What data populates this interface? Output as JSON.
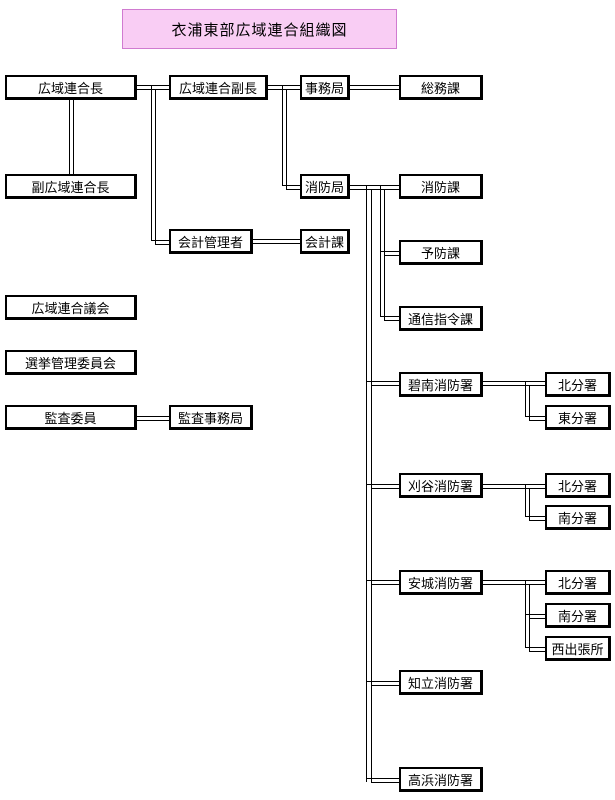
{
  "title": "衣浦東部広域連合組織図",
  "nodes": {
    "chief": "広域連合長",
    "vice_chief_1": "副広域連合長",
    "vice_chief_2": "広域連合副長",
    "secretariat": "事務局",
    "general_affairs": "総務課",
    "fire_bureau": "消防局",
    "fire_section": "消防課",
    "accounting_manager": "会計管理者",
    "accounting_section": "会計課",
    "prevention_section": "予防課",
    "dispatch_section": "通信指令課",
    "assembly": "広域連合議会",
    "election_committee": "選挙管理委員会",
    "audit_committee": "監査委員",
    "audit_office": "監査事務局",
    "hekinan_station": "碧南消防署",
    "hekinan_north": "北分署",
    "hekinan_east": "東分署",
    "kariya_station": "刈谷消防署",
    "kariya_north": "北分署",
    "kariya_south": "南分署",
    "anjo_station": "安城消防署",
    "anjo_north": "北分署",
    "anjo_south": "南分署",
    "anjo_nishide": "西出張所",
    "chiryu_station": "知立消防署",
    "takahama_station": "高浜消防署"
  }
}
